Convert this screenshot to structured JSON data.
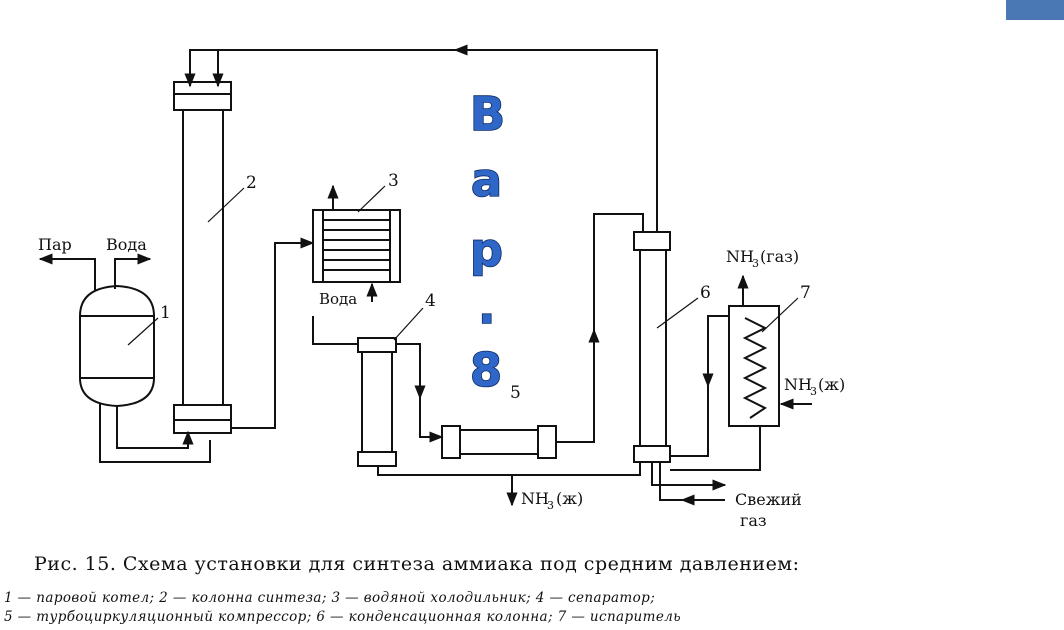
{
  "labels": {
    "n1": "1",
    "n2": "2",
    "n3": "3",
    "n4": "4",
    "n5": "5",
    "n6": "6",
    "n7": "7",
    "steam": "Пар",
    "water_in": "Вода",
    "water_cooler": "Вода",
    "nh3_gas_main": "NH",
    "nh3_gas_sub": "3",
    "nh3_gas_tail": "(газ)",
    "nh3_liq_right_main": "NH",
    "nh3_liq_right_sub": "3",
    "nh3_liq_right_tail": "(ж)",
    "nh3_liq_bottom_main": "NH",
    "nh3_liq_bottom_sub": "3",
    "nh3_liq_bottom_tail": "(ж)",
    "fresh_gas_1": "Свежий",
    "fresh_gas_2": "газ"
  },
  "watermark": {
    "letters": [
      "В",
      "а",
      "р",
      ".",
      "8"
    ],
    "color": "#2f67c8"
  },
  "caption": {
    "title": "Рис. 15. Схема установки для синтеза аммиака под средним давлением:",
    "legend_1": "1 — паровой котел; 2 — колонна синтеза; 3 — водяной холодильник; 4 — сепаратор;",
    "legend_2": "5 — турбоциркуляционный компрессор; 6 — конденсационная колонна; 7 — испаритель"
  },
  "accent_color": "#4a78b5"
}
